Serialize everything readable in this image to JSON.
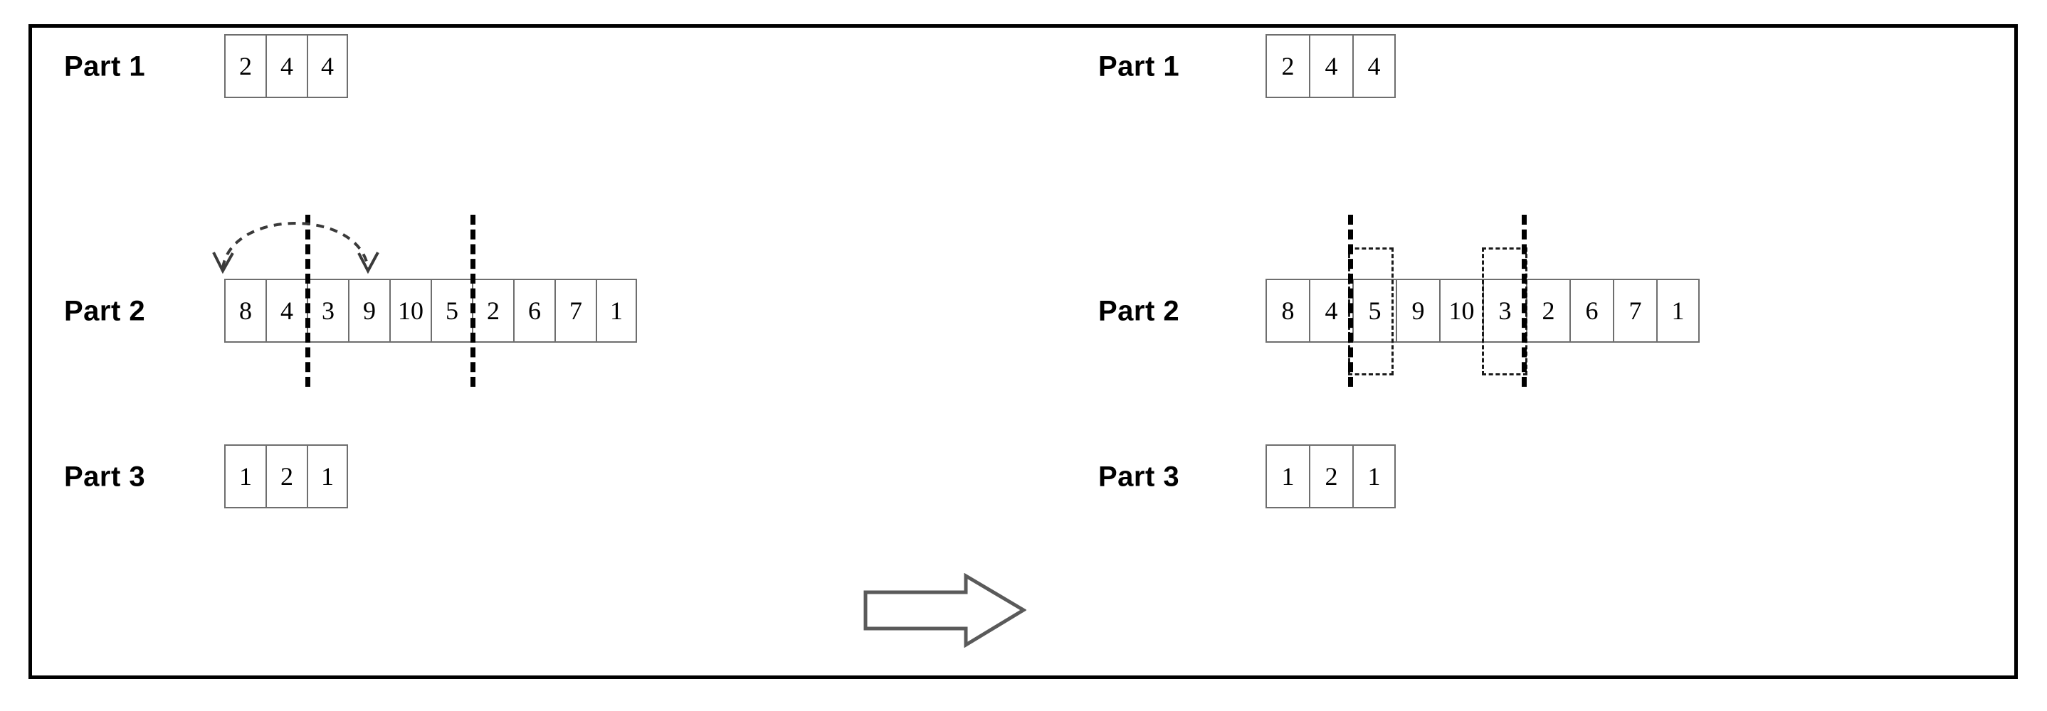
{
  "figure": {
    "type": "array-swap-diagram",
    "description": "Quicksort-style partition step: values 3 and 5 exchange positions between two pivot markers in Part 2",
    "frame_color": "#000000",
    "cell_border_color": "#6e6e6e",
    "marker_color": "#000000",
    "highlight_color": "#1a1a1a"
  },
  "panels": [
    {
      "id": "before",
      "rows": [
        {
          "label": "Part 1",
          "values": [
            "2",
            "4",
            "4"
          ]
        },
        {
          "label": "Part 2",
          "values": [
            "8",
            "4",
            "3",
            "9",
            "10",
            "5",
            "2",
            "6",
            "7",
            "1"
          ]
        },
        {
          "label": "Part 3",
          "values": [
            "1",
            "2",
            "1"
          ]
        }
      ],
      "pivot_markers": [
        {
          "after_index": 2
        },
        {
          "after_index": 6
        }
      ],
      "swap_arrow": {
        "from_index": 2,
        "to_index": 5,
        "style": "dashed",
        "heads": "both"
      }
    },
    {
      "id": "after",
      "rows": [
        {
          "label": "Part 1",
          "values": [
            "2",
            "4",
            "4"
          ]
        },
        {
          "label": "Part 2",
          "values": [
            "8",
            "4",
            "5",
            "9",
            "10",
            "3",
            "2",
            "6",
            "7",
            "1"
          ]
        },
        {
          "label": "Part 3",
          "values": [
            "1",
            "2",
            "1"
          ]
        }
      ],
      "pivot_markers": [
        {
          "after_index": 2
        },
        {
          "after_index": 6
        }
      ],
      "highlighted_indices": [
        2,
        5
      ]
    }
  ],
  "transition": {
    "icon": "right-block-arrow",
    "direction": "right"
  }
}
